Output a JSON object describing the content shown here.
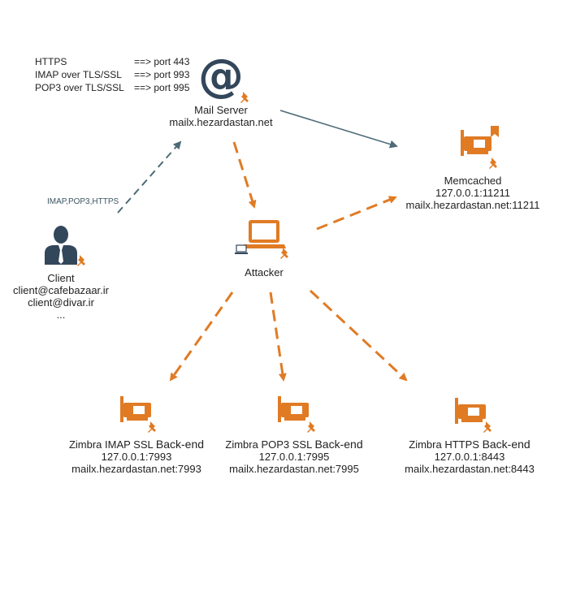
{
  "ports": [
    {
      "protocol": "HTTPS",
      "mapping": "==> port 443"
    },
    {
      "protocol": "IMAP over TLS/SSL",
      "mapping": "==> port 993"
    },
    {
      "protocol": "POP3 over TLS/SSL",
      "mapping": "==> port 995"
    }
  ],
  "mail_server": {
    "icon": "at-sign-icon",
    "title": "Mail Server",
    "host": "mailx.hezardastan.net"
  },
  "memcached": {
    "icon": "network-card-icon",
    "title": "Memcached",
    "address": "127.0.0.1:11211",
    "host": "mailx.hezardastan.net:11211"
  },
  "client": {
    "icon": "user-icon",
    "title": "Client",
    "email1": "client@cafebazaar.ir",
    "email2": "client@divar.ir",
    "more": "..."
  },
  "client_link_label": "IMAP,POP3,HTTPS",
  "attacker": {
    "icon": "laptop-icon",
    "title": "Attacker"
  },
  "backends": [
    {
      "name": "Zimbra IMAP SSL",
      "suffix": "Back-end",
      "address": "127.0.0.1:7993",
      "host": "mailx.hezardastan.net:7993"
    },
    {
      "name": "Zimbra POP3 SSL",
      "suffix": "Back-end",
      "address": "127.0.0.1:7995",
      "host": "mailx.hezardastan.net:7995"
    },
    {
      "name": "Zimbra HTTPS",
      "suffix": "Back-end",
      "address": "127.0.0.1:8443",
      "host": "mailx.hezardastan.net:8443"
    }
  ],
  "colors": {
    "orange": "#E07B24",
    "slate": "#4F6B78",
    "navy": "#33475B"
  }
}
